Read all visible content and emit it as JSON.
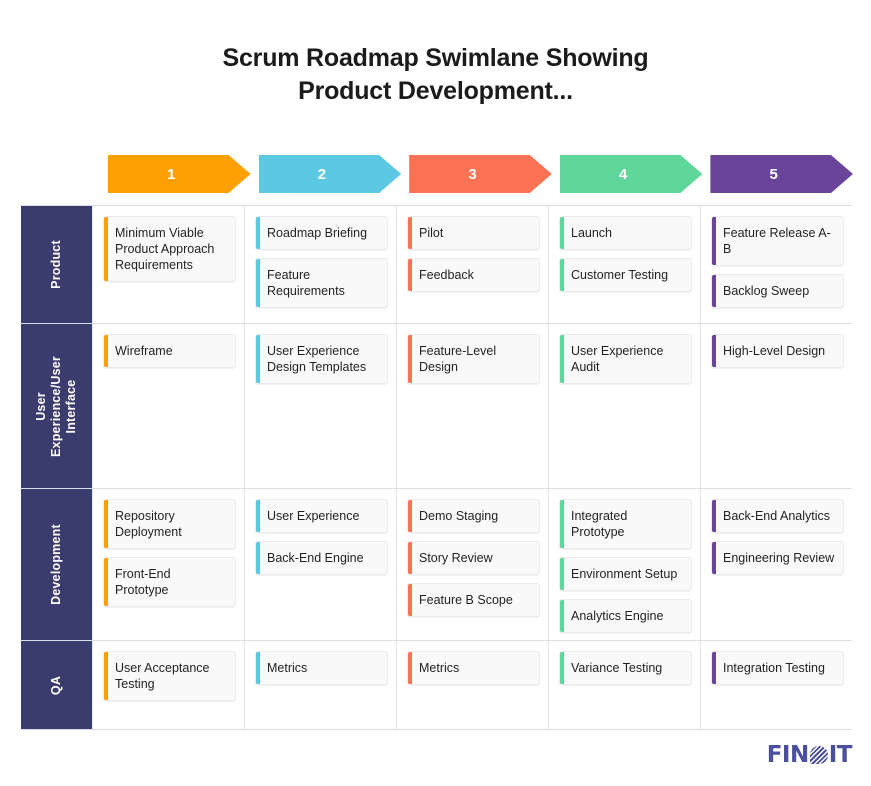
{
  "title": "Scrum Roadmap Swimlane Showing\nProduct Development...",
  "colors": {
    "phase1": "#fca003",
    "phase2": "#5cc8e2",
    "phase3": "#fb7254",
    "phase4": "#5fd69a",
    "phase5": "#6a4499",
    "lane_label_bg": "#3a3c6e",
    "card_bg": "#f9f9fa",
    "grid_line": "#d9dce3",
    "logo": "#4a4f9e"
  },
  "phases": [
    {
      "number": "1",
      "color": "#fca003"
    },
    {
      "number": "2",
      "color": "#5cc8e2"
    },
    {
      "number": "3",
      "color": "#fb7254"
    },
    {
      "number": "4",
      "color": "#5fd69a"
    },
    {
      "number": "5",
      "color": "#6a4499"
    }
  ],
  "lanes": [
    {
      "label": "Product",
      "cells": [
        {
          "tasks": [
            "Minimum Viable Product Approach Requirements"
          ]
        },
        {
          "tasks": [
            "Roadmap Briefing",
            "Feature Requirements"
          ]
        },
        {
          "tasks": [
            "Pilot",
            "Feedback"
          ]
        },
        {
          "tasks": [
            "Launch",
            "Customer Testing"
          ]
        },
        {
          "tasks": [
            "Feature Release A-B",
            "Backlog Sweep"
          ]
        }
      ]
    },
    {
      "label": "User\nExperience/User\nInterface",
      "cells": [
        {
          "tasks": [
            "Wireframe"
          ]
        },
        {
          "tasks": [
            "User Experience Design Templates"
          ]
        },
        {
          "tasks": [
            "Feature-Level Design"
          ]
        },
        {
          "tasks": [
            "User Experience Audit"
          ]
        },
        {
          "tasks": [
            "High-Level Design"
          ]
        }
      ]
    },
    {
      "label": "Development",
      "cells": [
        {
          "tasks": [
            "Repository Deployment",
            "Front-End Prototype"
          ]
        },
        {
          "tasks": [
            "User Experience",
            "Back-End Engine"
          ]
        },
        {
          "tasks": [
            "Demo Staging",
            "Story Review",
            "Feature B Scope"
          ]
        },
        {
          "tasks": [
            "Integrated Prototype",
            "Environment Setup",
            "Analytics Engine"
          ]
        },
        {
          "tasks": [
            "Back-End Analytics",
            "Engineering Review"
          ]
        }
      ]
    },
    {
      "label": "QA",
      "cells": [
        {
          "tasks": [
            "User Acceptance Testing"
          ]
        },
        {
          "tasks": [
            "Metrics"
          ]
        },
        {
          "tasks": [
            "Metrics"
          ]
        },
        {
          "tasks": [
            "Variance Testing"
          ]
        },
        {
          "tasks": [
            "Integration Testing"
          ]
        }
      ]
    }
  ],
  "lane_heights": [
    118,
    165,
    152,
    88
  ],
  "logo": {
    "part1": "FIN",
    "part2": "IT"
  }
}
